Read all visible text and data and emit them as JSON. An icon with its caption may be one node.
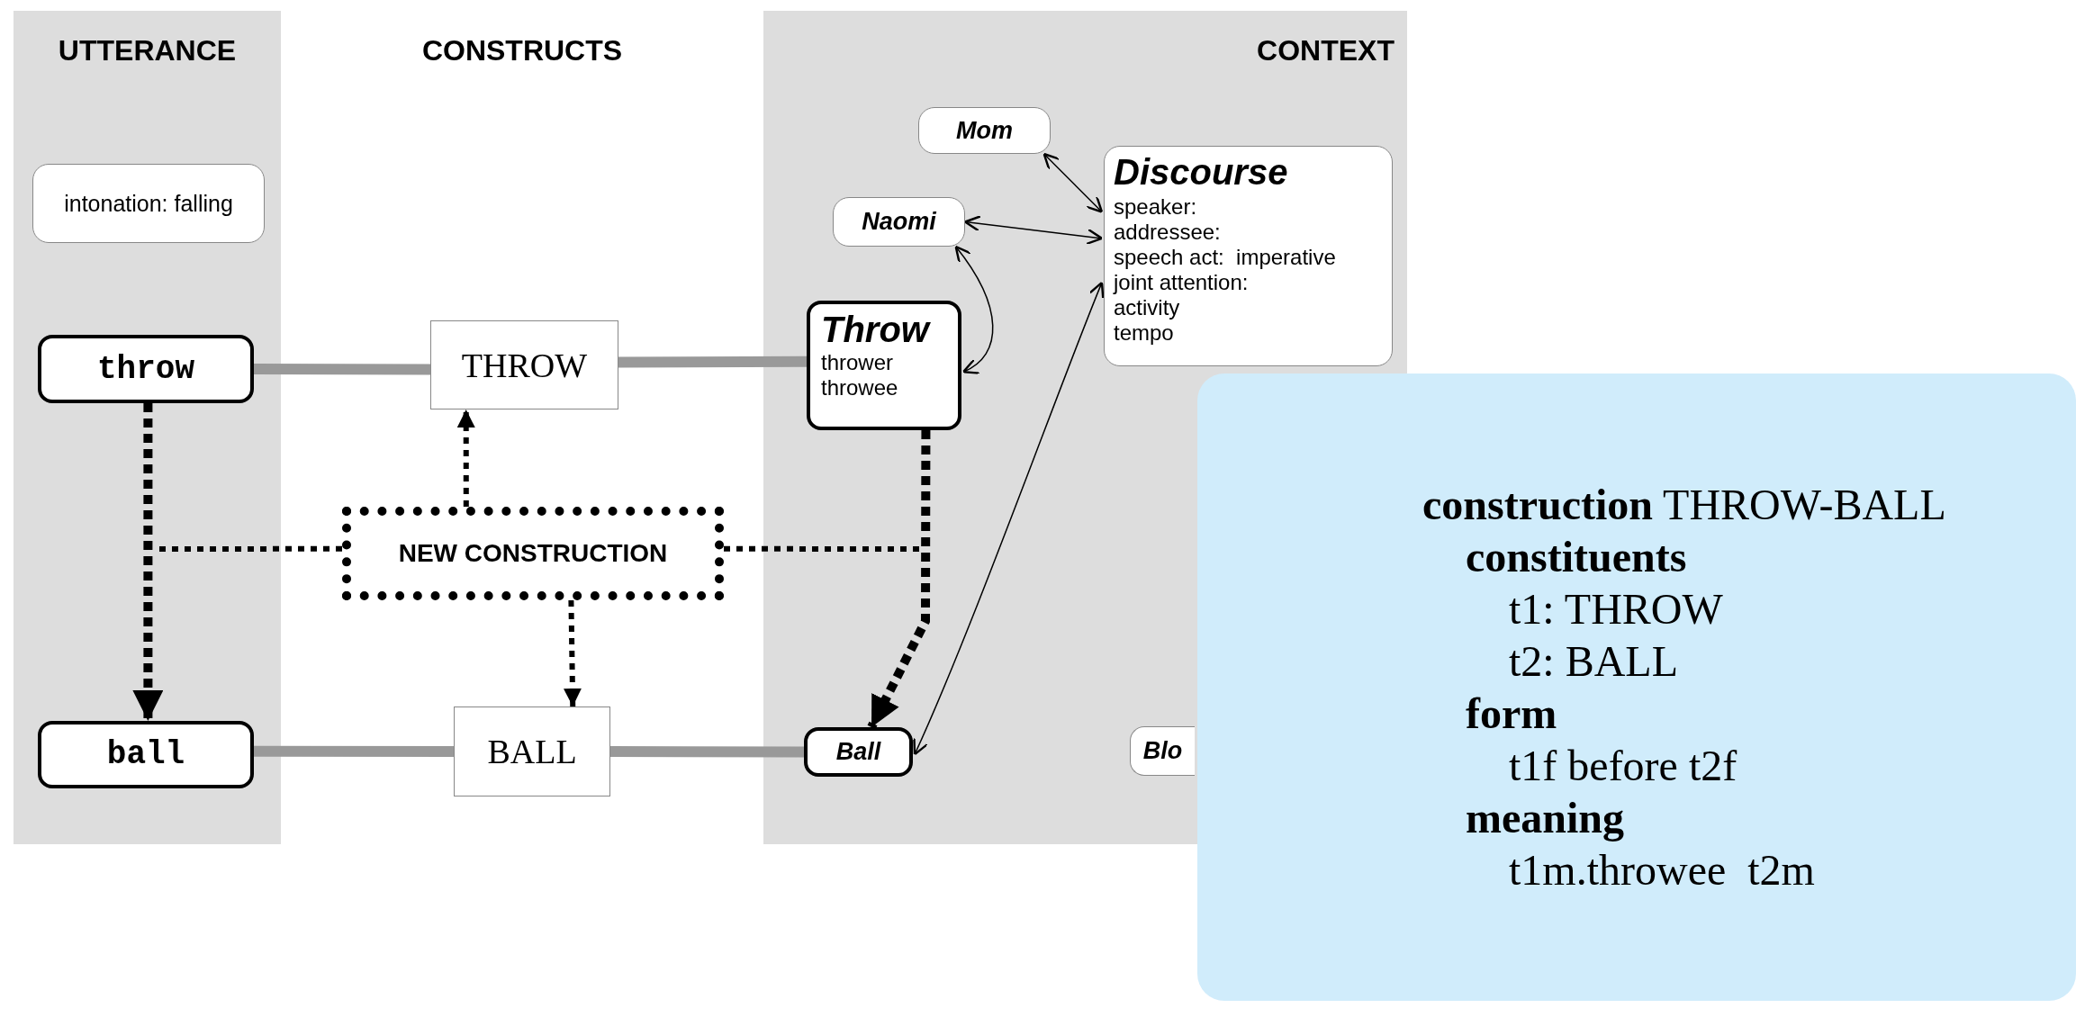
{
  "diagram": {
    "nodes": [
      {
        "text": [
          "UTTERANCE"
        ]
      },
      {
        "text": [
          "CONSTRUCTS"
        ]
      },
      {
        "text": [
          "CONTEXT"
        ]
      },
      {
        "text": [
          "intonation: falling"
        ],
        "in": 0
      },
      {
        "text": [
          "throw"
        ],
        "in": 0
      },
      {
        "text": [
          "ball"
        ],
        "in": 0
      },
      {
        "text": [
          "THROW"
        ],
        "in": 1
      },
      {
        "text": [
          "NEW CONSTRUCTION"
        ],
        "in": 1
      },
      {
        "text": [
          "BALL"
        ],
        "in": 1
      },
      {
        "text": [
          "Mom"
        ],
        "in": 2
      },
      {
        "text": [
          "Naomi"
        ],
        "in": 2
      },
      {
        "text": [
          "Discourse",
          "speaker:",
          "addressee:",
          "speech act:  imperative",
          "joint attention:",
          "activity",
          "tempo"
        ],
        "in": 2
      },
      {
        "text": [
          "Throw",
          "thrower throwee"
        ],
        "in": 2
      },
      {
        "text": [
          "Ball"
        ],
        "in": 2
      },
      {
        "text": [
          "Blo"
        ],
        "in": 2
      },
      {
        "text": [
          "**construction** THROW-BALL",
          "constituents",
          "t1: THROW",
          "t2: BALL",
          "form",
          "t1f before t2f",
          "meaning",
          "t1m.throwee  t2m"
        ]
      }
    ],
    "edges": [
      {
        "from": 4,
        "to": 6,
        "arrow": "none",
        "style": "thick",
        "color": "#999999"
      },
      {
        "from": 6,
        "to": 12,
        "arrow": "none",
        "style": "thick",
        "color": "#999999"
      },
      {
        "from": 5,
        "to": 8,
        "arrow": "none",
        "style": "thick",
        "color": "#999999"
      },
      {
        "from": 8,
        "to": 13,
        "arrow": "none",
        "style": "thick",
        "color": "#999999"
      },
      {
        "from": 4,
        "to": 5,
        "arrow": "to",
        "style": "dashed"
      },
      {
        "from": 7,
        "to": 6,
        "arrow": "to",
        "style": "dashed"
      },
      {
        "from": 7,
        "to": 8,
        "arrow": "to",
        "style": "dashed"
      },
      {
        "from": 7,
        "to": null,
        "arrow": "none",
        "style": "dashed"
      },
      {
        "from": 7,
        "to": null,
        "arrow": "none",
        "style": "dashed"
      },
      {
        "from": 12,
        "to": 13,
        "arrow": "to",
        "style": "dashed"
      },
      {
        "from": 9,
        "to": 11,
        "arrow": "both"
      },
      {
        "from": 10,
        "to": 11,
        "arrow": "both"
      },
      {
        "from": 10,
        "to": 12,
        "arrow": "both"
      },
      {
        "from": 13,
        "to": 11,
        "arrow": "both"
      }
    ]
  }
}
